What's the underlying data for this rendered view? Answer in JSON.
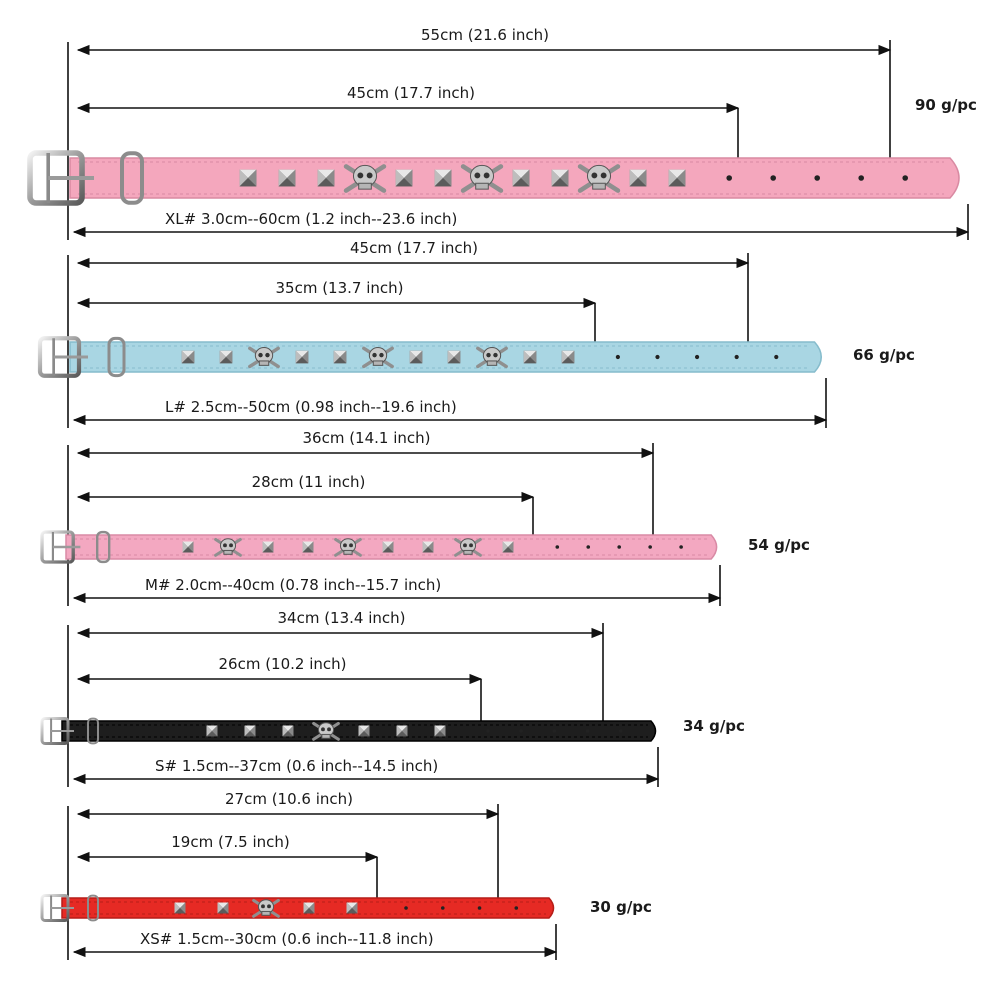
{
  "collars": [
    {
      "id": "xl",
      "color": "#f4a7bd",
      "color_dark": "#d98aa2",
      "outer_label": "55cm (21.6 inch)",
      "inner_label": "45cm (17.7 inch)",
      "total_label": "XL# 3.0cm--60cm (1.2 inch--23.6 inch)",
      "weight": "90 g/pc",
      "studs": [
        "stud",
        "stud",
        "stud",
        "skull",
        "stud",
        "stud",
        "skull",
        "stud",
        "stud",
        "skull",
        "stud",
        "stud"
      ],
      "strap_holes": 5
    },
    {
      "id": "l",
      "color": "#a9d6e3",
      "color_dark": "#86bccc",
      "outer_label": "45cm (17.7 inch)",
      "inner_label": "35cm (13.7 inch)",
      "total_label": "L# 2.5cm--50cm (0.98 inch--19.6 inch)",
      "weight": "66 g/pc",
      "studs": [
        "stud",
        "stud",
        "skull",
        "stud",
        "stud",
        "skull",
        "stud",
        "stud",
        "skull",
        "stud",
        "stud"
      ],
      "strap_holes": 5
    },
    {
      "id": "m",
      "color": "#f3a8c1",
      "color_dark": "#d98aa5",
      "outer_label": "36cm (14.1 inch)",
      "inner_label": "28cm (11 inch)",
      "total_label": "M# 2.0cm--40cm (0.78 inch--15.7 inch)",
      "weight": "54 g/pc",
      "studs": [
        "stud",
        "skull",
        "stud",
        "stud",
        "skull",
        "stud",
        "stud",
        "skull",
        "stud"
      ],
      "strap_holes": 5
    },
    {
      "id": "s",
      "color": "#1e1e1e",
      "color_dark": "#000000",
      "outer_label": "34cm (13.4 inch)",
      "inner_label": "26cm (10.2 inch)",
      "total_label": "S# 1.5cm--37cm (0.6 inch--14.5 inch)",
      "weight": "34 g/pc",
      "studs": [
        "stud",
        "stud",
        "stud",
        "skull",
        "stud",
        "stud",
        "stud"
      ],
      "strap_holes": 5
    },
    {
      "id": "xs",
      "color": "#e62a24",
      "color_dark": "#b51d18",
      "outer_label": "27cm (10.6 inch)",
      "inner_label": "19cm (7.5 inch)",
      "total_label": "XS# 1.5cm--30cm (0.6 inch--11.8 inch)",
      "weight": "30 g/pc",
      "studs": [
        "stud",
        "stud",
        "skull",
        "stud",
        "stud"
      ],
      "strap_holes": 4
    }
  ]
}
